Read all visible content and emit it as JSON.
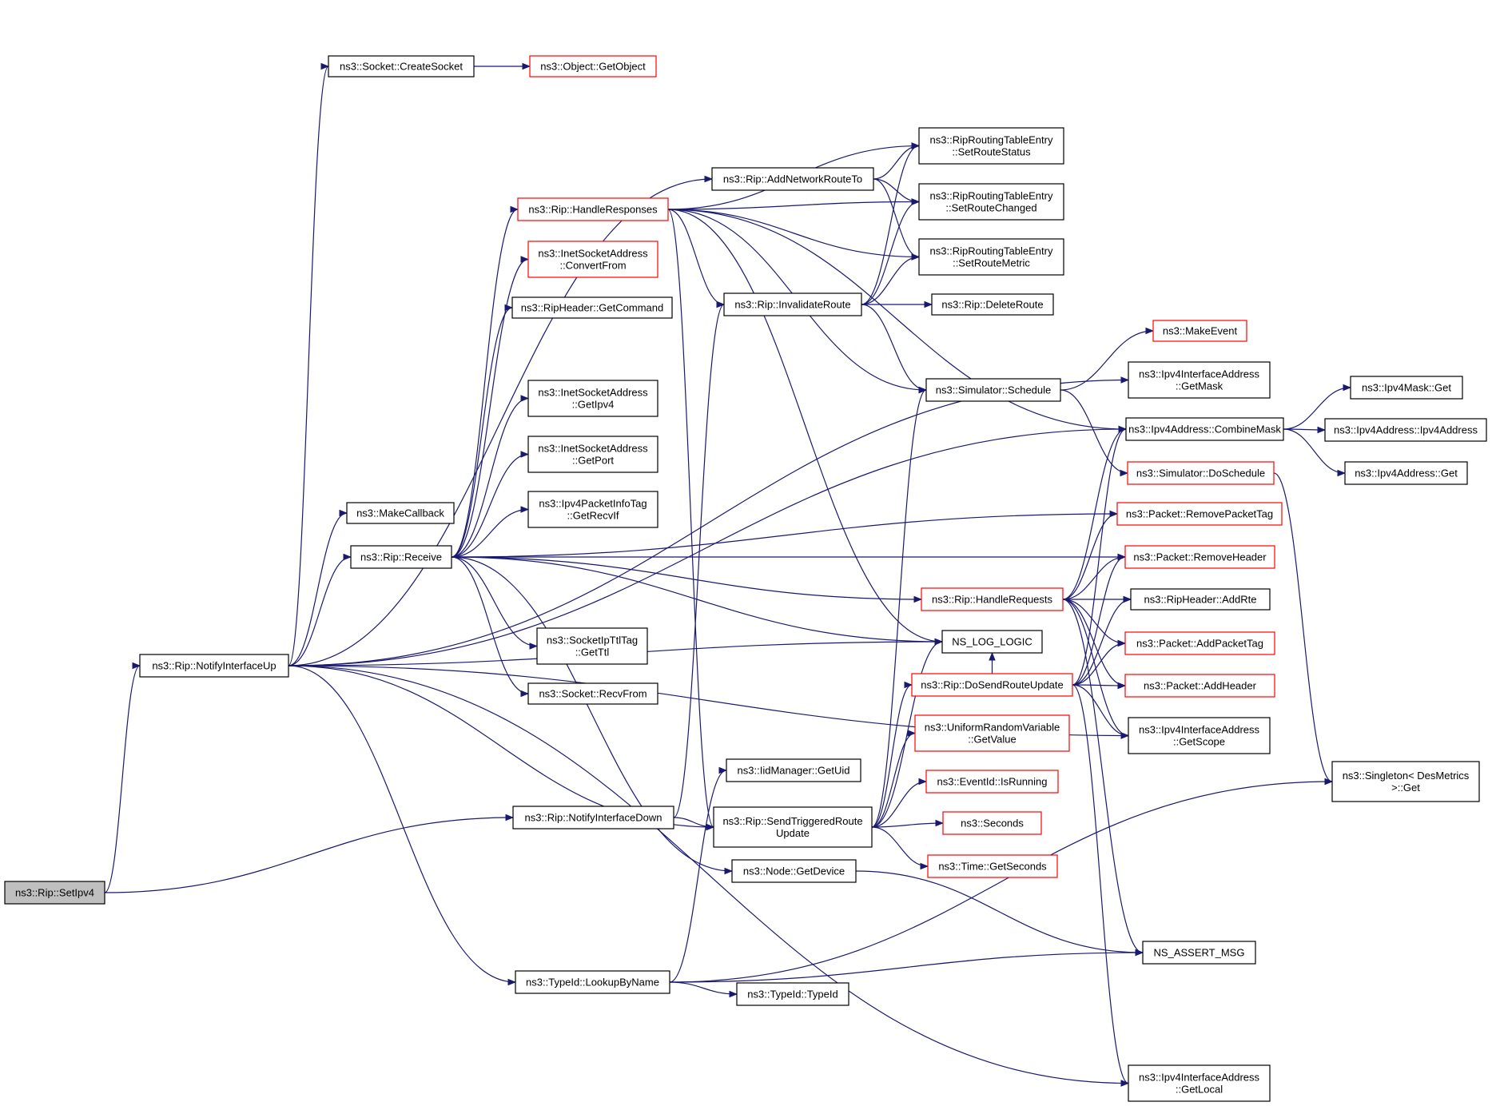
{
  "colors": {
    "edge": "#191970",
    "normal_border": "#000000",
    "truncated_border": "#ff0000",
    "root_fill": "#bfbfbf"
  },
  "nodes": [
    {
      "id": "setipv4",
      "lines": [
        "ns3::Rip::SetIpv4"
      ],
      "style": "root"
    },
    {
      "id": "notifyup",
      "lines": [
        "ns3::Rip::NotifyInterfaceUp"
      ],
      "style": "black"
    },
    {
      "id": "createsocket",
      "lines": [
        "ns3::Socket::CreateSocket"
      ],
      "style": "black"
    },
    {
      "id": "getobject",
      "lines": [
        "ns3::Object::GetObject"
      ],
      "style": "red"
    },
    {
      "id": "makecallback",
      "lines": [
        "ns3::MakeCallback"
      ],
      "style": "black"
    },
    {
      "id": "receive",
      "lines": [
        "ns3::Rip::Receive"
      ],
      "style": "black"
    },
    {
      "id": "notifydown",
      "lines": [
        "ns3::Rip::NotifyInterfaceDown"
      ],
      "style": "black"
    },
    {
      "id": "lookupbyname",
      "lines": [
        "ns3::TypeId::LookupByName"
      ],
      "style": "black"
    },
    {
      "id": "handleresponses",
      "lines": [
        "ns3::Rip::HandleResponses"
      ],
      "style": "red"
    },
    {
      "id": "convertfrom",
      "lines": [
        "ns3::InetSocketAddress",
        "::ConvertFrom"
      ],
      "style": "red"
    },
    {
      "id": "getcommand",
      "lines": [
        "ns3::RipHeader::GetCommand"
      ],
      "style": "black"
    },
    {
      "id": "getipv4",
      "lines": [
        "ns3::InetSocketAddress",
        "::GetIpv4"
      ],
      "style": "black"
    },
    {
      "id": "getport",
      "lines": [
        "ns3::InetSocketAddress",
        "::GetPort"
      ],
      "style": "black"
    },
    {
      "id": "getrecvif",
      "lines": [
        "ns3::Ipv4PacketInfoTag",
        "::GetRecvIf"
      ],
      "style": "black"
    },
    {
      "id": "getttl",
      "lines": [
        "ns3::SocketIpTtlTag",
        "::GetTtl"
      ],
      "style": "black"
    },
    {
      "id": "recvfrom",
      "lines": [
        "ns3::Socket::RecvFrom"
      ],
      "style": "black"
    },
    {
      "id": "addnetworkrouteto",
      "lines": [
        "ns3::Rip::AddNetworkRouteTo"
      ],
      "style": "black"
    },
    {
      "id": "invalidateroute",
      "lines": [
        "ns3::Rip::InvalidateRoute"
      ],
      "style": "black"
    },
    {
      "id": "getuid",
      "lines": [
        "ns3::IidManager::GetUid"
      ],
      "style": "black"
    },
    {
      "id": "sendtriggered",
      "lines": [
        "ns3::Rip::SendTriggeredRoute",
        "Update"
      ],
      "style": "black"
    },
    {
      "id": "getdevice",
      "lines": [
        "ns3::Node::GetDevice"
      ],
      "style": "black"
    },
    {
      "id": "typeid",
      "lines": [
        "ns3::TypeId::TypeId"
      ],
      "style": "black"
    },
    {
      "id": "setroutestatus",
      "lines": [
        "ns3::RipRoutingTableEntry",
        "::SetRouteStatus"
      ],
      "style": "black"
    },
    {
      "id": "setroutechanged",
      "lines": [
        "ns3::RipRoutingTableEntry",
        "::SetRouteChanged"
      ],
      "style": "black"
    },
    {
      "id": "setroutemetric",
      "lines": [
        "ns3::RipRoutingTableEntry",
        "::SetRouteMetric"
      ],
      "style": "black"
    },
    {
      "id": "deleteroute",
      "lines": [
        "ns3::Rip::DeleteRoute"
      ],
      "style": "black"
    },
    {
      "id": "schedule",
      "lines": [
        "ns3::Simulator::Schedule"
      ],
      "style": "black"
    },
    {
      "id": "handlerequests",
      "lines": [
        "ns3::Rip::HandleRequests"
      ],
      "style": "red"
    },
    {
      "id": "nslog",
      "lines": [
        "NS_LOG_LOGIC"
      ],
      "style": "black"
    },
    {
      "id": "dosendrouteupdate",
      "lines": [
        "ns3::Rip::DoSendRouteUpdate"
      ],
      "style": "red"
    },
    {
      "id": "getvalue",
      "lines": [
        "ns3::UniformRandomVariable",
        "::GetValue"
      ],
      "style": "red"
    },
    {
      "id": "isrunning",
      "lines": [
        "ns3::EventId::IsRunning"
      ],
      "style": "red"
    },
    {
      "id": "seconds",
      "lines": [
        "ns3::Seconds"
      ],
      "style": "red"
    },
    {
      "id": "getseconds",
      "lines": [
        "ns3::Time::GetSeconds"
      ],
      "style": "red"
    },
    {
      "id": "makeevent",
      "lines": [
        "ns3::MakeEvent"
      ],
      "style": "red"
    },
    {
      "id": "getmask",
      "lines": [
        "ns3::Ipv4InterfaceAddress",
        "::GetMask"
      ],
      "style": "black"
    },
    {
      "id": "combinemask",
      "lines": [
        "ns3::Ipv4Address::CombineMask"
      ],
      "style": "black"
    },
    {
      "id": "doschedule",
      "lines": [
        "ns3::Simulator::DoSchedule"
      ],
      "style": "red"
    },
    {
      "id": "removepackettag",
      "lines": [
        "ns3::Packet::RemovePacketTag"
      ],
      "style": "red"
    },
    {
      "id": "removeheader",
      "lines": [
        "ns3::Packet::RemoveHeader"
      ],
      "style": "red"
    },
    {
      "id": "addrte",
      "lines": [
        "ns3::RipHeader::AddRte"
      ],
      "style": "black"
    },
    {
      "id": "addpackettag",
      "lines": [
        "ns3::Packet::AddPacketTag"
      ],
      "style": "red"
    },
    {
      "id": "addheader",
      "lines": [
        "ns3::Packet::AddHeader"
      ],
      "style": "red"
    },
    {
      "id": "getscope",
      "lines": [
        "ns3::Ipv4InterfaceAddress",
        "::GetScope"
      ],
      "style": "black"
    },
    {
      "id": "assertmsg",
      "lines": [
        "NS_ASSERT_MSG"
      ],
      "style": "black"
    },
    {
      "id": "getlocal",
      "lines": [
        "ns3::Ipv4InterfaceAddress",
        "::GetLocal"
      ],
      "style": "black"
    },
    {
      "id": "maskget",
      "lines": [
        "ns3::Ipv4Mask::Get"
      ],
      "style": "black"
    },
    {
      "id": "ipv4addrctor",
      "lines": [
        "ns3::Ipv4Address::Ipv4Address"
      ],
      "style": "black"
    },
    {
      "id": "addrget",
      "lines": [
        "ns3::Ipv4Address::Get"
      ],
      "style": "black"
    },
    {
      "id": "singletonget",
      "lines": [
        "ns3::Singleton< DesMetrics",
        " >::Get"
      ],
      "style": "black"
    }
  ],
  "edges": [
    [
      "setipv4",
      "notifyup"
    ],
    [
      "setipv4",
      "notifydown"
    ],
    [
      "notifyup",
      "createsocket"
    ],
    [
      "notifyup",
      "getmask"
    ],
    [
      "notifyup",
      "addnetworkrouteto"
    ],
    [
      "notifyup",
      "makecallback"
    ],
    [
      "notifyup",
      "receive"
    ],
    [
      "notifyup",
      "nslog"
    ],
    [
      "notifyup",
      "sendtriggered"
    ],
    [
      "notifyup",
      "getscope"
    ],
    [
      "notifyup",
      "lookupbyname"
    ],
    [
      "notifyup",
      "getlocal"
    ],
    [
      "notifyup",
      "combinemask"
    ],
    [
      "createsocket",
      "getobject"
    ],
    [
      "receive",
      "handleresponses"
    ],
    [
      "receive",
      "convertfrom"
    ],
    [
      "receive",
      "getcommand"
    ],
    [
      "receive",
      "getipv4"
    ],
    [
      "receive",
      "getport"
    ],
    [
      "receive",
      "getrecvif"
    ],
    [
      "receive",
      "getttl"
    ],
    [
      "receive",
      "recvfrom"
    ],
    [
      "receive",
      "removepackettag"
    ],
    [
      "receive",
      "removeheader"
    ],
    [
      "receive",
      "handlerequests"
    ],
    [
      "receive",
      "getdevice"
    ],
    [
      "receive",
      "nslog"
    ],
    [
      "notifydown",
      "invalidateroute"
    ],
    [
      "notifydown",
      "sendtriggered"
    ],
    [
      "lookupbyname",
      "getuid"
    ],
    [
      "lookupbyname",
      "typeid"
    ],
    [
      "lookupbyname",
      "assertmsg"
    ],
    [
      "lookupbyname",
      "singletonget"
    ],
    [
      "handleresponses",
      "setroutestatus"
    ],
    [
      "handleresponses",
      "setroutechanged"
    ],
    [
      "handleresponses",
      "setroutemetric"
    ],
    [
      "handleresponses",
      "invalidateroute"
    ],
    [
      "handleresponses",
      "schedule"
    ],
    [
      "handleresponses",
      "combinemask"
    ],
    [
      "handleresponses",
      "nslog"
    ],
    [
      "handleresponses",
      "sendtriggered"
    ],
    [
      "addnetworkrouteto",
      "setroutestatus"
    ],
    [
      "addnetworkrouteto",
      "setroutechanged"
    ],
    [
      "addnetworkrouteto",
      "setroutemetric"
    ],
    [
      "invalidateroute",
      "setroutestatus"
    ],
    [
      "invalidateroute",
      "setroutechanged"
    ],
    [
      "invalidateroute",
      "setroutemetric"
    ],
    [
      "invalidateroute",
      "deleteroute"
    ],
    [
      "invalidateroute",
      "schedule"
    ],
    [
      "sendtriggered",
      "nslog"
    ],
    [
      "sendtriggered",
      "dosendrouteupdate"
    ],
    [
      "sendtriggered",
      "isrunning"
    ],
    [
      "sendtriggered",
      "seconds"
    ],
    [
      "sendtriggered",
      "getseconds"
    ],
    [
      "sendtriggered",
      "getvalue"
    ],
    [
      "sendtriggered",
      "schedule"
    ],
    [
      "getdevice",
      "assertmsg"
    ],
    [
      "schedule",
      "makeevent"
    ],
    [
      "schedule",
      "doschedule"
    ],
    [
      "handlerequests",
      "combinemask"
    ],
    [
      "handlerequests",
      "removepackettag"
    ],
    [
      "handlerequests",
      "removeheader"
    ],
    [
      "handlerequests",
      "addrte"
    ],
    [
      "handlerequests",
      "addpackettag"
    ],
    [
      "handlerequests",
      "addheader"
    ],
    [
      "handlerequests",
      "getscope"
    ],
    [
      "handlerequests",
      "assertmsg"
    ],
    [
      "dosendrouteupdate",
      "nslog"
    ],
    [
      "dosendrouteupdate",
      "combinemask"
    ],
    [
      "dosendrouteupdate",
      "removeheader"
    ],
    [
      "dosendrouteupdate",
      "addrte"
    ],
    [
      "dosendrouteupdate",
      "addpackettag"
    ],
    [
      "dosendrouteupdate",
      "addheader"
    ],
    [
      "dosendrouteupdate",
      "getscope"
    ],
    [
      "dosendrouteupdate",
      "getlocal"
    ],
    [
      "combinemask",
      "maskget"
    ],
    [
      "combinemask",
      "ipv4addrctor"
    ],
    [
      "combinemask",
      "addrget"
    ],
    [
      "doschedule",
      "singletonget"
    ]
  ]
}
